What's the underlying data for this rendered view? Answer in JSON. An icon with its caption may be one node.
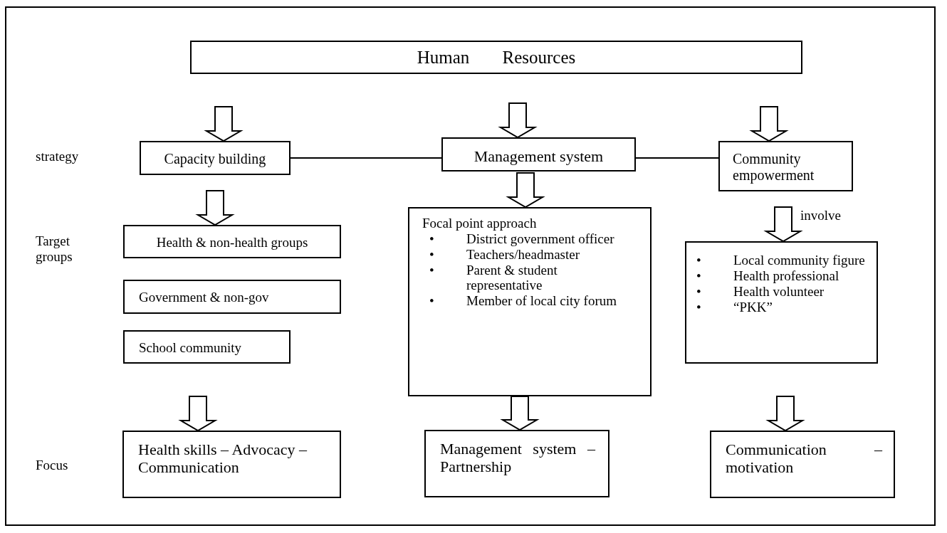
{
  "diagram": {
    "nodes": [
      {
        "text": [
          "Human Resources"
        ]
      },
      {
        "text": [
          "Capacity building"
        ]
      },
      {
        "text": [
          "Management system"
        ]
      },
      {
        "text": [
          "Community empowerment"
        ]
      },
      {
        "text": [
          "Health & non-health groups"
        ]
      },
      {
        "text": [
          "Government & non-gov"
        ]
      },
      {
        "text": [
          "School community"
        ]
      },
      {
        "text": [
          "Focal point approach",
          "•",
          "District government officer",
          "•",
          "Teachers/headmaster",
          "•",
          "Parent & student representative",
          "•",
          "Member of local city forum"
        ]
      },
      {
        "text": [
          "•",
          "Local community figure",
          "•",
          "Health professional",
          "•",
          "Health volunteer",
          "•",
          "“PKK”"
        ]
      },
      {
        "text": [
          "Health skills – Advocacy – Communication"
        ]
      },
      {
        "text": [
          "Management system – Partnership"
        ]
      },
      {
        "text": [
          "Communication – motivation"
        ]
      }
    ],
    "edges": [
      {
        "from": 0,
        "to": 1,
        "arrow": "to"
      },
      {
        "from": 0,
        "to": 2,
        "arrow": "to"
      },
      {
        "from": 0,
        "to": 3,
        "arrow": "to"
      },
      {
        "from": 1,
        "to": 2,
        "arrow": "none"
      },
      {
        "from": 2,
        "to": 3,
        "arrow": "none"
      },
      {
        "from": 1,
        "to": 4,
        "arrow": "to"
      },
      {
        "from": 2,
        "to": 7,
        "arrow": "to"
      },
      {
        "from": 3,
        "to": 8,
        "arrow": "to",
        "label": "involve"
      },
      {
        "from": 6,
        "to": 9,
        "arrow": "to"
      },
      {
        "from": 7,
        "to": 10,
        "arrow": "to"
      },
      {
        "from": 8,
        "to": 11,
        "arrow": "to"
      }
    ],
    "labels": [
      "strategy",
      "Target groups",
      "Focus"
    ]
  }
}
